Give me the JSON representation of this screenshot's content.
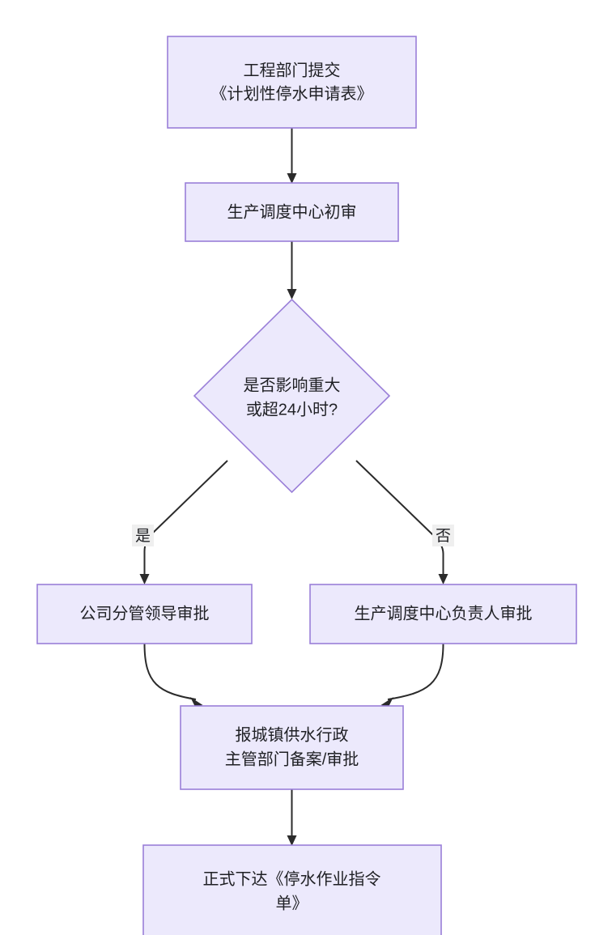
{
  "diagram": {
    "type": "flowchart",
    "direction": "top-to-bottom",
    "colors": {
      "node_fill": "#ece9fc",
      "node_stroke": "#9a7fd8",
      "edge_stroke": "#2b2b2b",
      "text": "#1f2024",
      "label_background": "#efefef",
      "canvas_background": "#ffffff"
    },
    "nodes": {
      "submit": {
        "shape": "rect",
        "line1": "工程部门提交",
        "line2": "《计划性停水申请表》"
      },
      "first_review": {
        "shape": "rect",
        "line1": "生产调度中心初审"
      },
      "decision": {
        "shape": "diamond",
        "line1": "是否影响重大",
        "line2": "或超24小时?"
      },
      "leader_approval": {
        "shape": "rect",
        "line1": "公司分管领导审批"
      },
      "center_head_approval": {
        "shape": "rect",
        "line1": "生产调度中心负责人审批"
      },
      "government_filing": {
        "shape": "rect",
        "line1": "报城镇供水行政",
        "line2": "主管部门备案/审批"
      },
      "issue_order": {
        "shape": "rect",
        "line1": "正式下达《停水作业指令",
        "line2": "单》"
      }
    },
    "edges": [
      {
        "from": "submit",
        "to": "first_review",
        "label": ""
      },
      {
        "from": "first_review",
        "to": "decision",
        "label": ""
      },
      {
        "from": "decision",
        "to": "leader_approval",
        "label": "是"
      },
      {
        "from": "decision",
        "to": "center_head_approval",
        "label": "否"
      },
      {
        "from": "leader_approval",
        "to": "government_filing",
        "label": ""
      },
      {
        "from": "center_head_approval",
        "to": "government_filing",
        "label": ""
      },
      {
        "from": "government_filing",
        "to": "issue_order",
        "label": ""
      }
    ]
  }
}
